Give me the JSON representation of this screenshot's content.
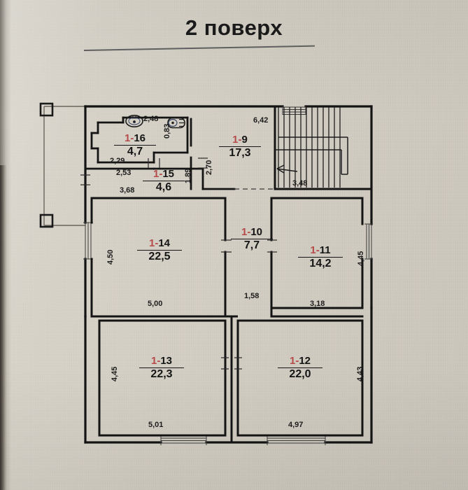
{
  "title": "2 поверх",
  "plan": {
    "type": "floor-plan",
    "language": "uk",
    "units": "m",
    "area_units": "m²",
    "rooms": [
      {
        "id": "1-16",
        "area": "4,7",
        "name": "bathroom-1-16",
        "dims": [
          "2,29",
          "2,48",
          "0,83"
        ]
      },
      {
        "id": "1-15",
        "area": "4,6",
        "name": "wc-1-15",
        "dims": [
          "2,53",
          "1,89",
          "3,68"
        ]
      },
      {
        "id": "1-9",
        "area": "17,3",
        "name": "hall-1-9",
        "dims": [
          "6,42",
          "2,70"
        ]
      },
      {
        "id": "1-14",
        "area": "22,5",
        "name": "room-1-14",
        "dims": [
          "4,50",
          "5,00"
        ]
      },
      {
        "id": "1-10",
        "area": "7,7",
        "name": "corridor-1-10",
        "dims": [
          "1,58"
        ]
      },
      {
        "id": "1-11",
        "area": "14,2",
        "name": "room-1-11",
        "dims": [
          "4,45",
          "3,18"
        ]
      },
      {
        "id": "1-13",
        "area": "22,3",
        "name": "room-1-13",
        "dims": [
          "4,45",
          "5,01"
        ]
      },
      {
        "id": "1-12",
        "area": "22,0",
        "name": "room-1-12",
        "dims": [
          "4,43",
          "4,97"
        ]
      }
    ],
    "dimensions": {
      "d_2_48": "2,48",
      "d_0_83": "0,83",
      "d_2_29": "2,29",
      "d_2_53": "2,53",
      "d_3_68": "3,68",
      "d_1_89": "1,89",
      "d_2_70": "2,70",
      "d_6_42": "6,42",
      "d_3_48": "3,48",
      "d_4_50": "4,50",
      "d_5_00": "5,00",
      "d_1_58": "1,58",
      "d_4_45_right": "4,45",
      "d_3_18": "3,18",
      "d_4_45_left": "4,45",
      "d_5_01": "5,01",
      "d_4_43": "4,43",
      "d_4_97": "4,97"
    },
    "labels": {
      "room_1_16_num": "1-16",
      "room_1_16_area": "4,7",
      "room_1_15_num": "1-15",
      "room_1_15_area": "4,6",
      "room_1_9_num": "1-9",
      "room_1_9_area": "17,3",
      "room_1_14_num": "1-14",
      "room_1_14_area": "22,5",
      "room_1_10_num": "1-10",
      "room_1_10_area": "7,7",
      "room_1_11_num": "1-11",
      "room_1_11_area": "14,2",
      "room_1_13_num": "1-13",
      "room_1_13_area": "22,3",
      "room_1_12_num": "1-12",
      "room_1_12_area": "22,0"
    },
    "fixtures": [
      {
        "name": "sink-icon",
        "room": "1-16"
      },
      {
        "name": "toilet-icon",
        "room": "1-15"
      }
    ],
    "features": [
      {
        "name": "staircase",
        "direction_arrow": true,
        "dim": "3,48"
      },
      {
        "name": "balcony-outline",
        "side": "left"
      }
    ],
    "colors": {
      "wall": "#1a1a1a",
      "thin_line": "#4a4a4a",
      "room_number": "#b54b4b",
      "text": "#151515",
      "paper": "#d3cec3",
      "fill": "#cdc8bc"
    }
  }
}
